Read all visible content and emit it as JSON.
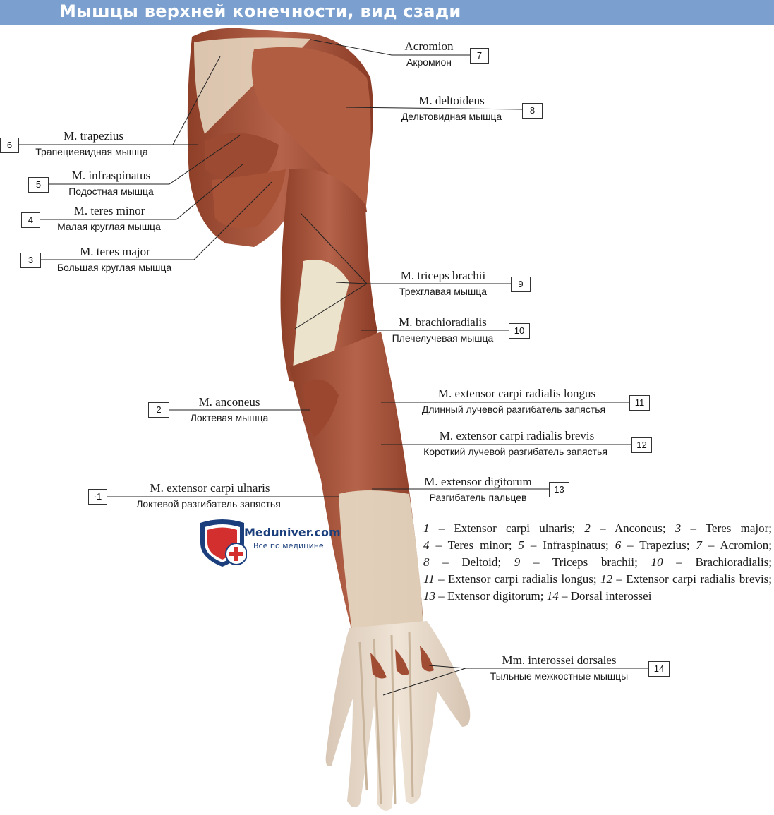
{
  "title": "Мышцы верхней конечности, вид сзади",
  "labels": [
    {
      "num": "7",
      "latin": "Acromion",
      "russian": "Акромион"
    },
    {
      "num": "8",
      "latin": "M. deltoideus",
      "russian": "Дельтовидная мышца"
    },
    {
      "num": "6",
      "latin": "M. trapezius",
      "russian": "Трапециевидная мышца"
    },
    {
      "num": "5",
      "latin": "M. infraspinatus",
      "russian": "Подостная мышца"
    },
    {
      "num": "4",
      "latin": "M. teres minor",
      "russian": "Малая круглая мышца"
    },
    {
      "num": "3",
      "latin": "M. teres major",
      "russian": "Большая круглая мышца"
    },
    {
      "num": "9",
      "latin": "M. triceps brachii",
      "russian": "Трехглавая мышца"
    },
    {
      "num": "10",
      "latin": "M. brachioradialis",
      "russian": "Плечелучевая мышца"
    },
    {
      "num": "11",
      "latin": "M. extensor carpi radialis longus",
      "russian": "Длинный лучевой разгибатель запястья"
    },
    {
      "num": "2",
      "latin": "M. anconeus",
      "russian": "Локтевая мышца"
    },
    {
      "num": "12",
      "latin": "M. extensor carpi radialis brevis",
      "russian": "Короткий лучевой разгибатель запястья"
    },
    {
      "num": "13",
      "latin": "M. extensor digitorum",
      "russian": "Разгибатель пальцев"
    },
    {
      "num": "·1",
      "latin": "M. extensor carpi ulnaris",
      "russian": "Локтевой разгибатель запястья"
    },
    {
      "num": "14",
      "latin": "Mm. interossei dorsales",
      "russian": "Тыльные межкостные мышцы"
    }
  ],
  "legend": [
    {
      "n": "1",
      "text": "Extensor carpi ulnaris;"
    },
    {
      "n": "2",
      "text": "Anconeus;"
    },
    {
      "n": "3",
      "text": "Teres major;"
    },
    {
      "n": "4",
      "text": "Teres minor;"
    },
    {
      "n": "5",
      "text": "Infraspinatus;"
    },
    {
      "n": "6",
      "text": "Trapezius;"
    },
    {
      "n": "7",
      "text": "Acromion;"
    },
    {
      "n": "8",
      "text": "Deltoid;"
    },
    {
      "n": "9",
      "text": "Triceps brachii;"
    },
    {
      "n": "10",
      "text": "Brachioradialis;"
    },
    {
      "n": "11",
      "text": "Extensor carpi radialis longus;"
    },
    {
      "n": "12",
      "text": "Extensor carpi radialis brevis;"
    },
    {
      "n": "13",
      "text": "Extensor digitorum;"
    },
    {
      "n": "14",
      "text": "Dorsal interossei"
    }
  ],
  "legend_dash": "–",
  "logo": {
    "name": "Meduniver.com",
    "tagline": "Все по медицине"
  },
  "colors": {
    "title_bar": "#7ba0cf",
    "muscle": "#a8553a",
    "tendon": "#ece3cc",
    "logo_red": "#d32f2f",
    "logo_blue": "#1b3f7d"
  }
}
